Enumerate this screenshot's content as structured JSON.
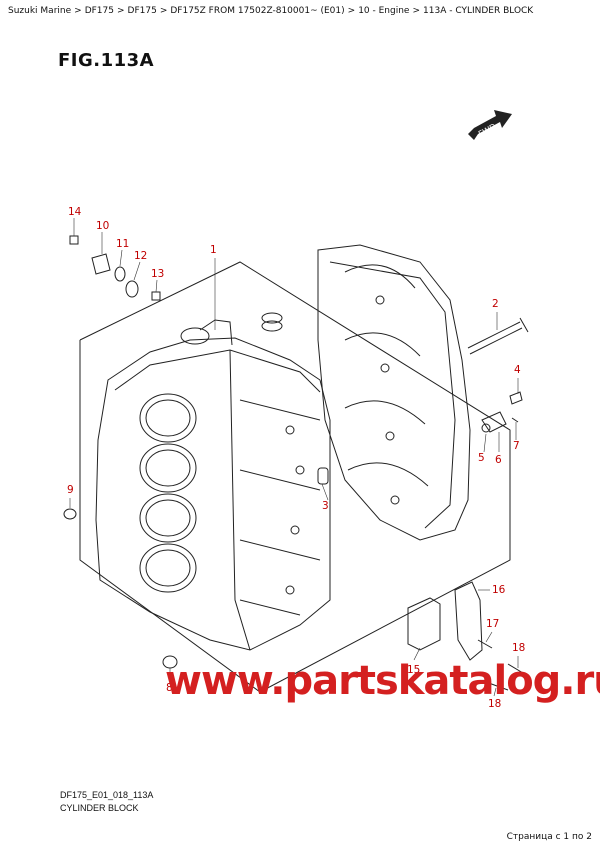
{
  "breadcrumb": [
    "Suzuki Marine",
    "DF175",
    "DF175",
    "DF175Z FROM 17502Z-810001~ (E01)",
    "10 - Engine",
    "113A - CYLINDER BLOCK"
  ],
  "breadcrumb_sep": ">",
  "figure_title": "FIG.113A",
  "fwd_label": "FWD",
  "callouts": [
    "1",
    "2",
    "3",
    "4",
    "5",
    "6",
    "7",
    "8",
    "9",
    "10",
    "11",
    "12",
    "13",
    "14",
    "15",
    "16",
    "17",
    "18",
    "18"
  ],
  "watermark": "www.partskatalog.ru",
  "footer": {
    "code": "DF175_E01_018_113A",
    "name": "CYLINDER BLOCK"
  },
  "pager": "Страница с 1 по 2",
  "colors": {
    "callout": "#c00000",
    "watermark": "#d42020"
  }
}
